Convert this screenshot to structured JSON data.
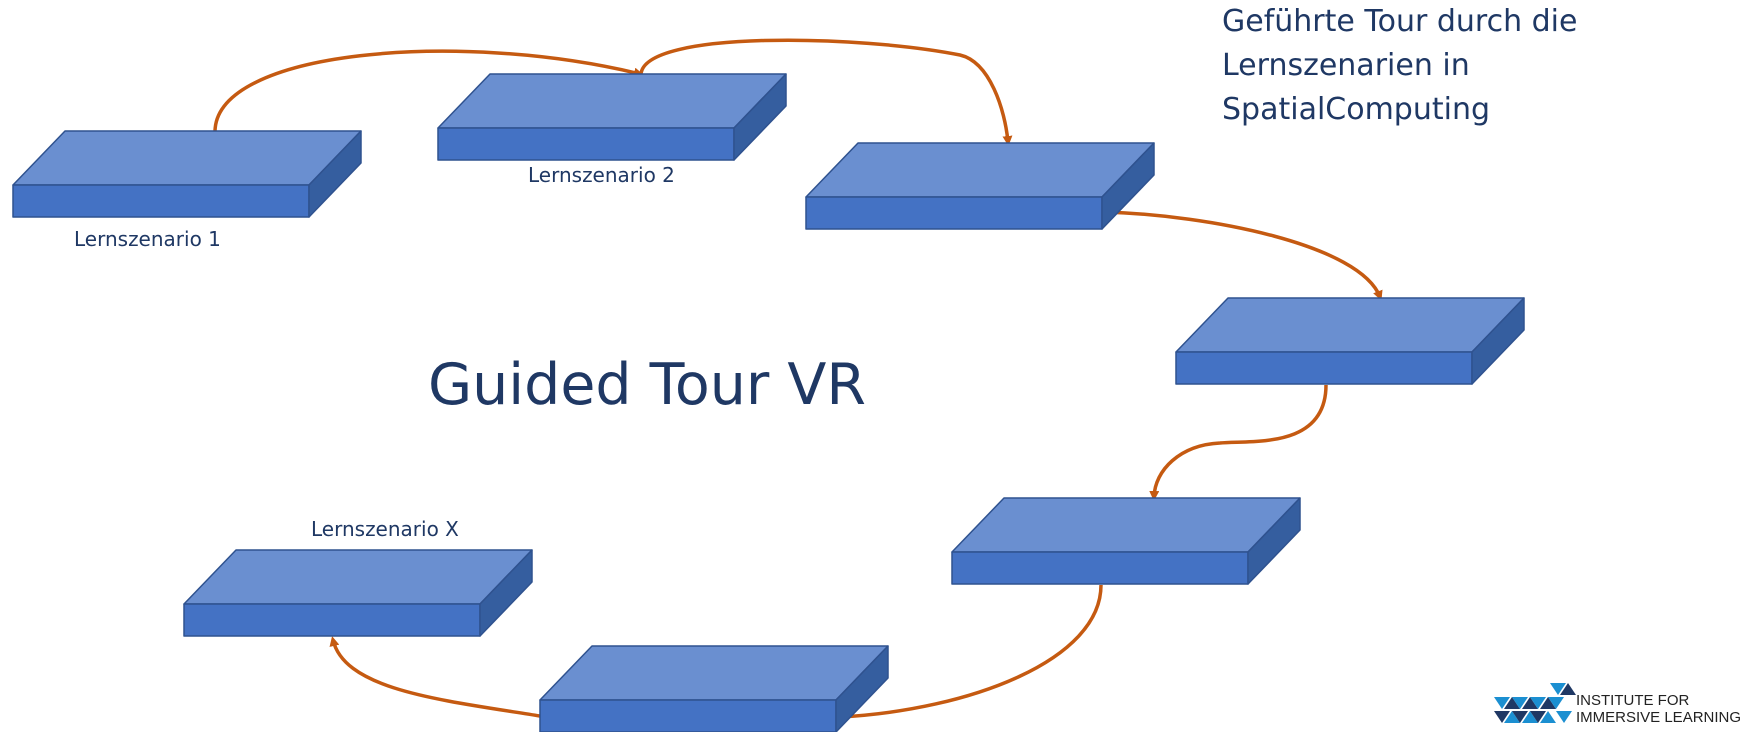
{
  "caption": {
    "line1": "Geführte Tour durch die",
    "line2": "Lernszenarien in SpatialComputing"
  },
  "title": "Guided Tour VR",
  "platforms": [
    {
      "id": "p1",
      "label": "Lernszenario 1"
    },
    {
      "id": "p2",
      "label": "Lernszenario 2"
    },
    {
      "id": "p3",
      "label": ""
    },
    {
      "id": "p4",
      "label": ""
    },
    {
      "id": "p5",
      "label": ""
    },
    {
      "id": "p6",
      "label": ""
    },
    {
      "id": "pX",
      "label": "Lernszenario X"
    }
  ],
  "logo": {
    "line1": "INSTITUTE FOR",
    "line2": "IMMERSIVE LEARNING"
  },
  "colors": {
    "platform_top": "#6a8fd0",
    "platform_front": "#4472c4",
    "platform_side": "#355e9f",
    "platform_stroke": "#2f528f",
    "arrow": "#c55a11",
    "text": "#1f3864",
    "logo_blue": "#1b8fd1",
    "logo_dark": "#1f3864"
  }
}
